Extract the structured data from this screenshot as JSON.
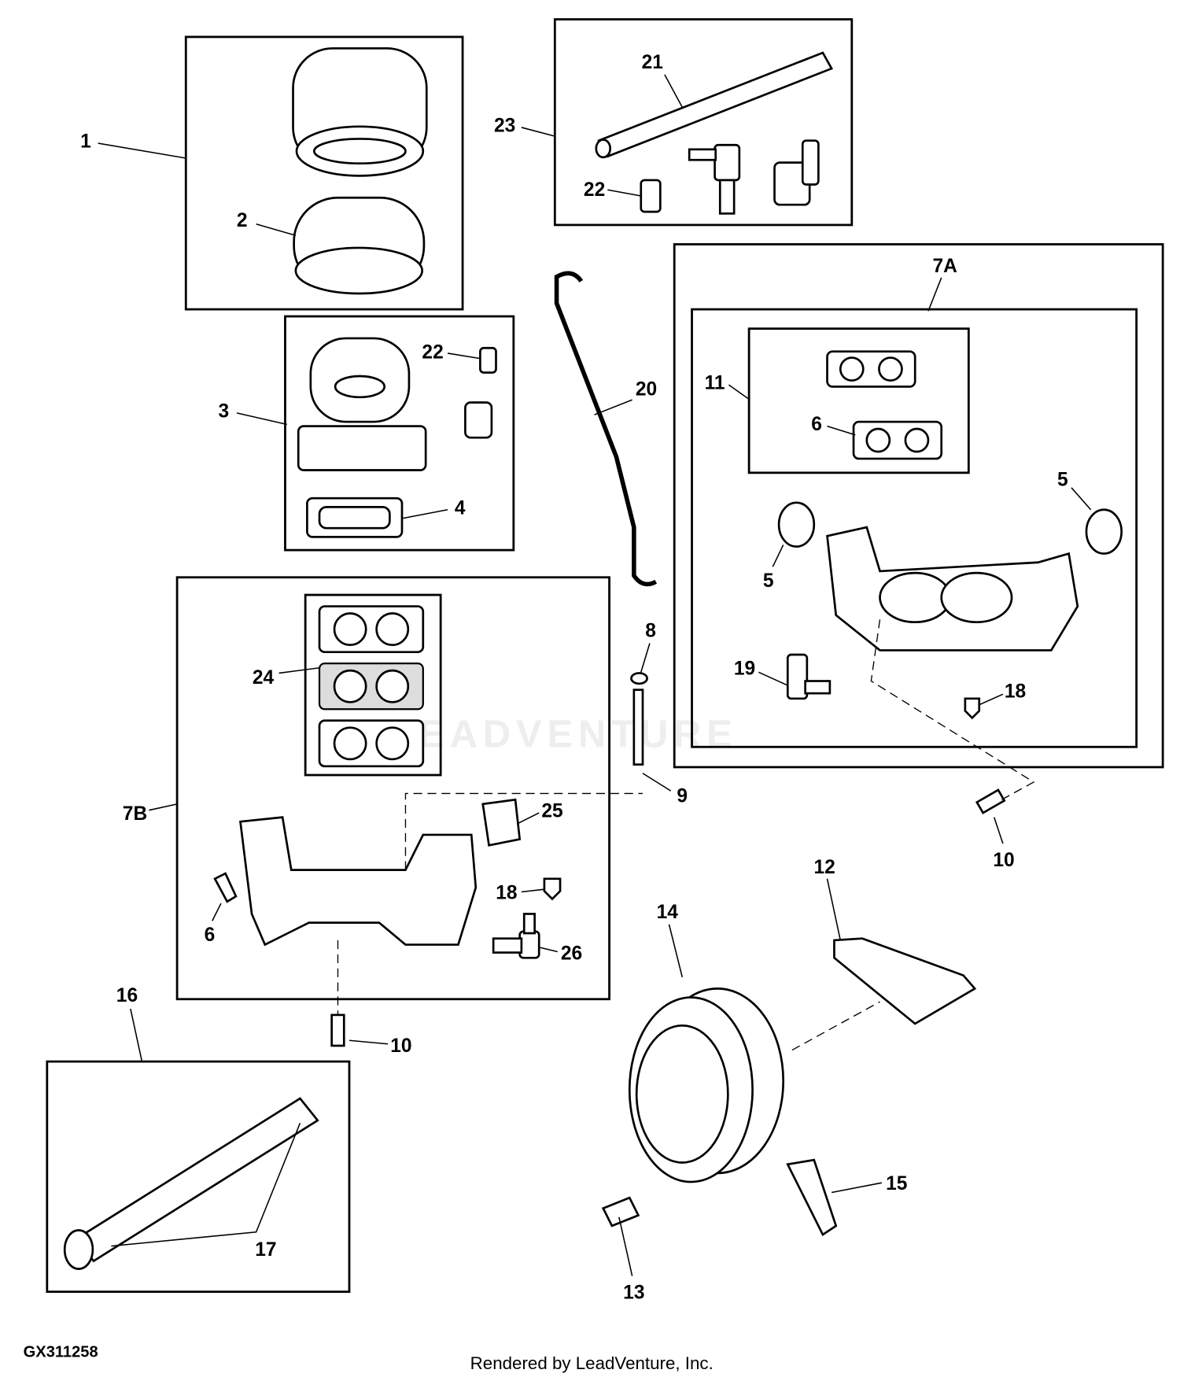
{
  "diagram": {
    "figure_id": "GX311258",
    "footer": "Rendered by LeadVenture, Inc.",
    "watermark": "LEADVENTURE",
    "callouts": {
      "c1": "1",
      "c2": "2",
      "c3": "3",
      "c4": "4",
      "c5a": "5",
      "c5b": "5",
      "c6a": "6",
      "c6b": "6",
      "c7a": "7A",
      "c7b": "7B",
      "c8": "8",
      "c9": "9",
      "c10a": "10",
      "c10b": "10",
      "c11": "11",
      "c12": "12",
      "c13": "13",
      "c14": "14",
      "c15": "15",
      "c16": "16",
      "c17": "17",
      "c18a": "18",
      "c18b": "18",
      "c19": "19",
      "c20": "20",
      "c21": "21",
      "c22a": "22",
      "c22b": "22",
      "c23": "23",
      "c24": "24",
      "c25": "25",
      "c26": "26"
    }
  }
}
